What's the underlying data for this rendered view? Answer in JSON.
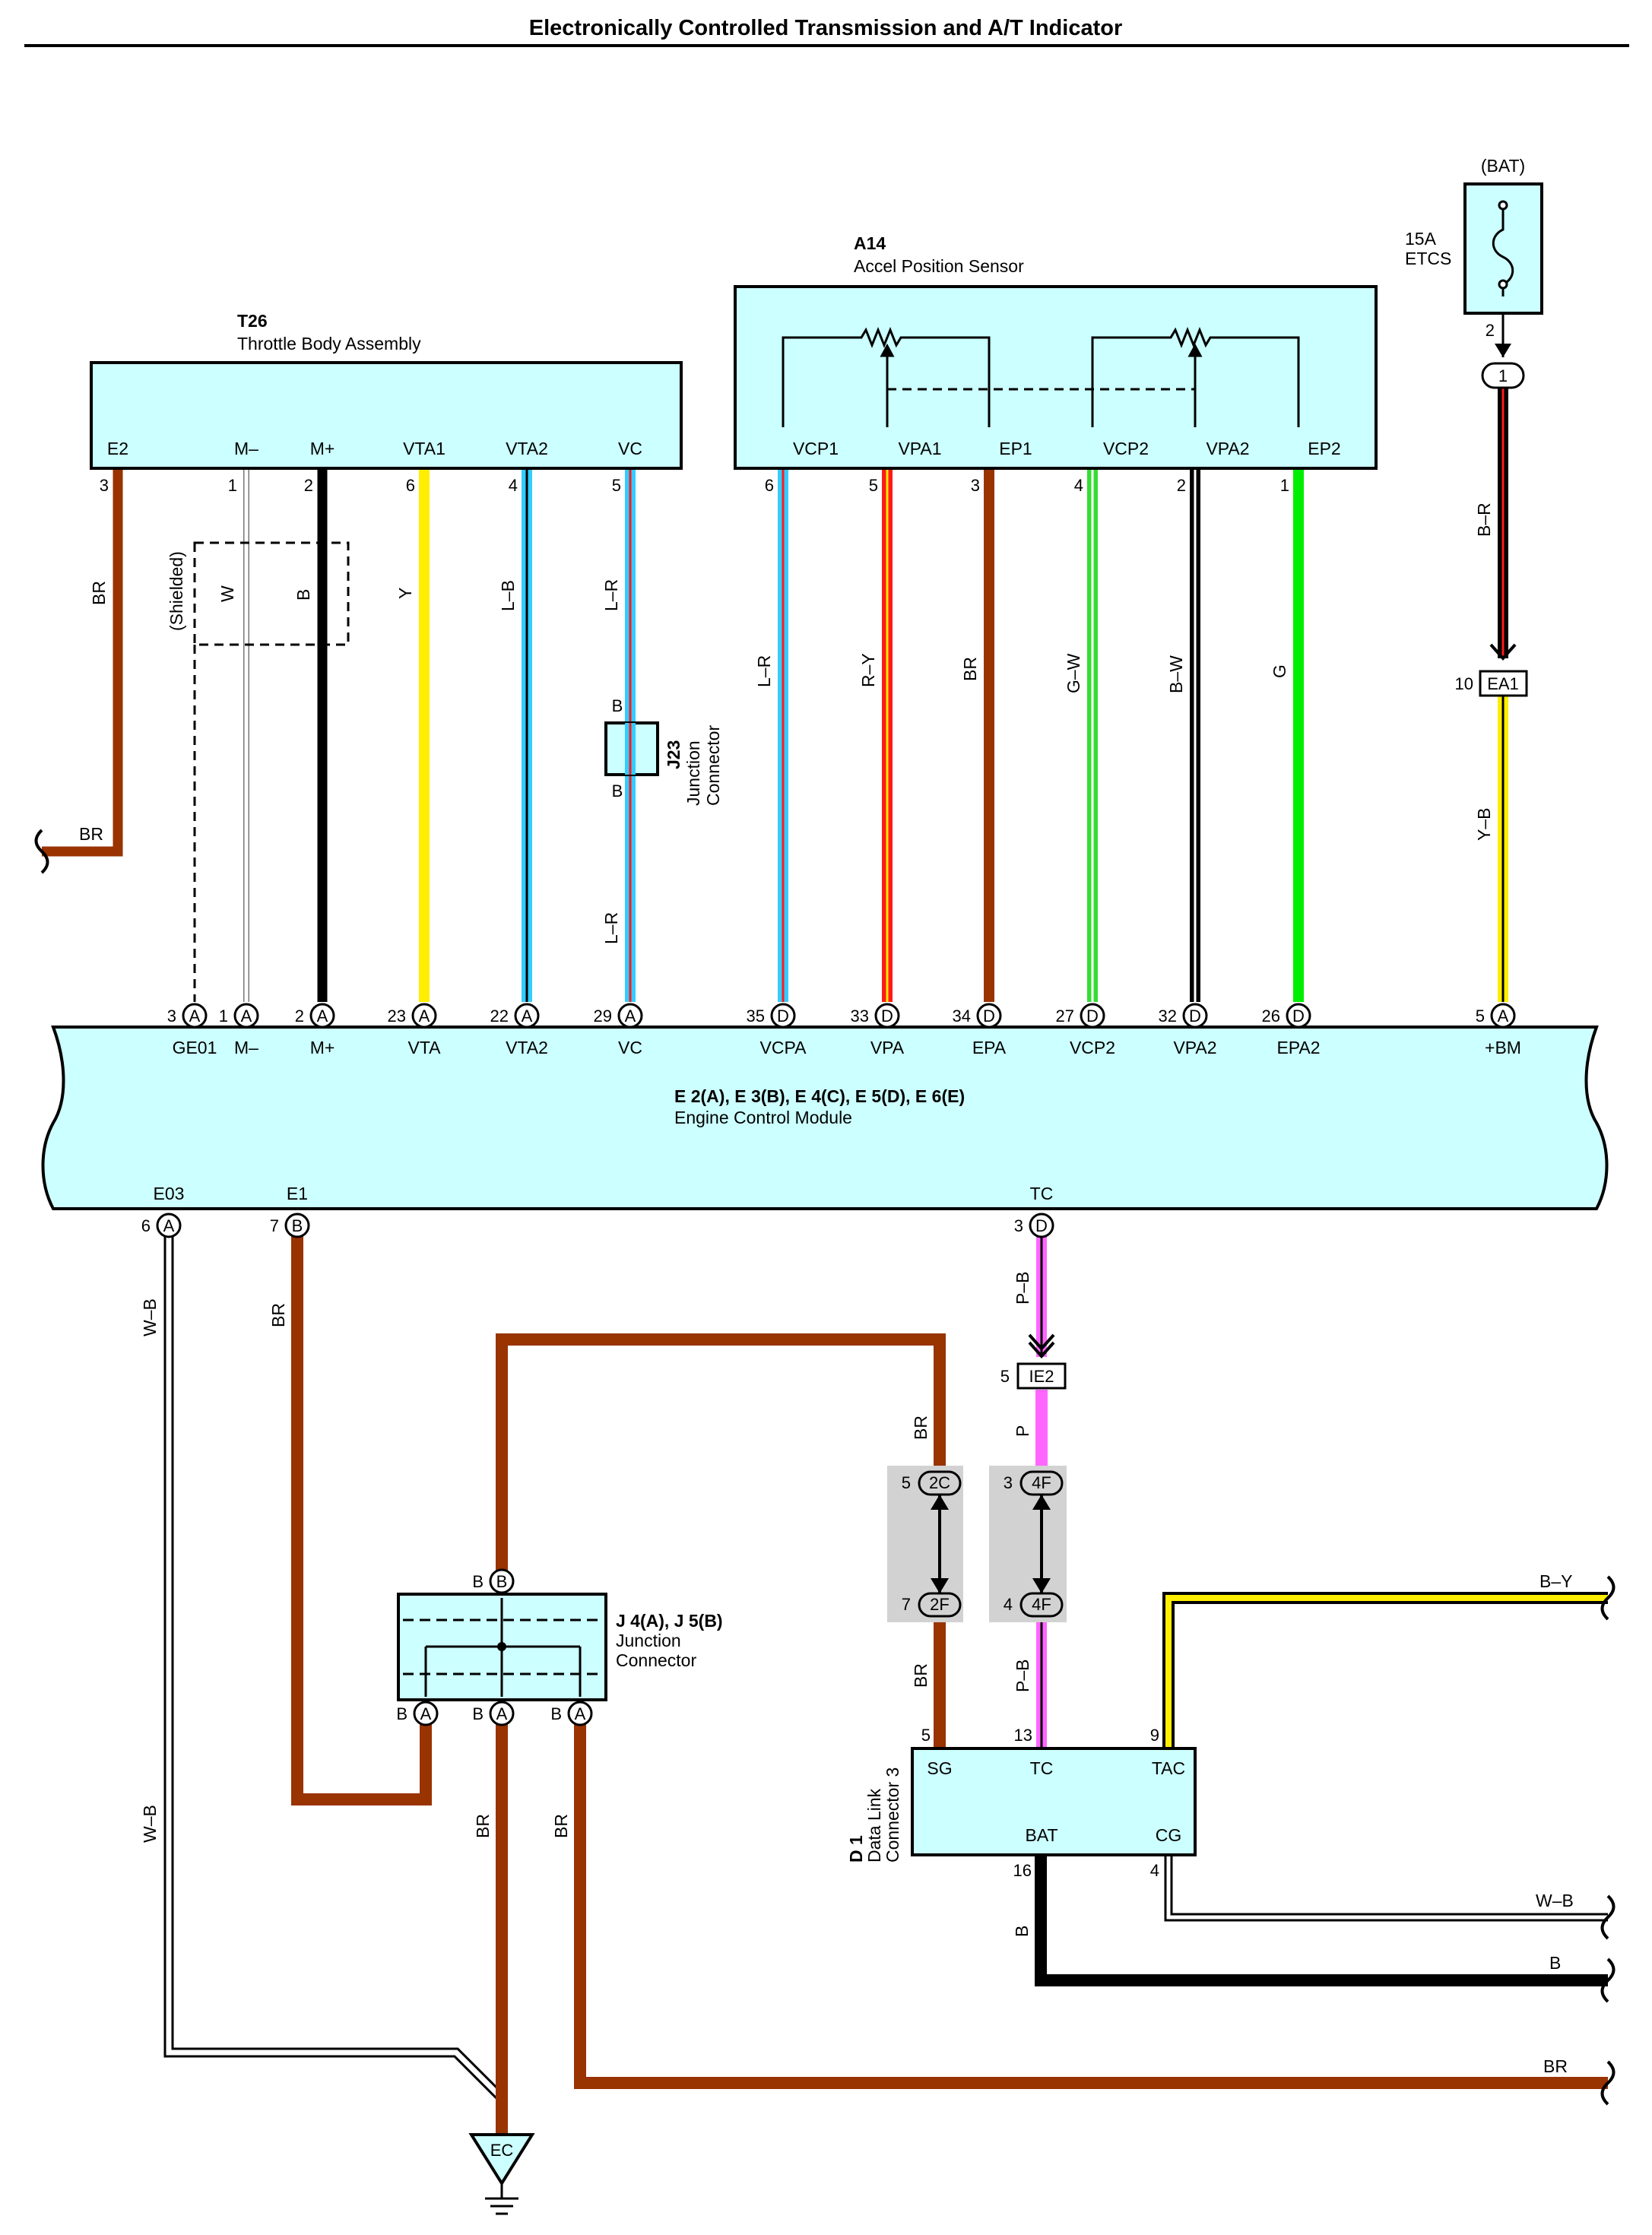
{
  "title": "Electronically Controlled Transmission and A/T Indicator",
  "colors": {
    "module_fill": "#ccffff",
    "connector_fill": "#d2d2d2",
    "brown": "#993300",
    "yellow": "#ffee00",
    "light_blue": "#33ccff",
    "red": "#ff1a1a",
    "green": "#33dd33",
    "bright_green": "#00ee00",
    "black": "#000000",
    "pink": "#ff66ff",
    "white": "#ffffff"
  },
  "fuse": {
    "source": "(BAT)",
    "rating": "15A",
    "name": "ETCS",
    "pin": "2",
    "junction": "1"
  },
  "throttle_body": {
    "code": "T26",
    "name": "Throttle Body Assembly",
    "terminals": [
      "E2",
      "M–",
      "M+",
      "VTA1",
      "VTA2",
      "VC"
    ],
    "pins": [
      "3",
      "1",
      "2",
      "6",
      "4",
      "5"
    ]
  },
  "accel_sensor": {
    "code": "A14",
    "name": "Accel Position Sensor",
    "terminals": [
      "VCP1",
      "VPA1",
      "EP1",
      "VCP2",
      "VPA2",
      "EP2"
    ],
    "pins": [
      "6",
      "5",
      "3",
      "4",
      "2",
      "1"
    ]
  },
  "ecm": {
    "code": "E 2(A), E 3(B), E 4(C), E 5(D), E 6(E)",
    "name": "Engine Control Module",
    "top_terminals": [
      "GE01",
      "M–",
      "M+",
      "VTA",
      "VTA2",
      "VC",
      "VCPA",
      "VPA",
      "EPA",
      "VCP2",
      "VPA2",
      "EPA2",
      "+BM"
    ],
    "top_pins": [
      "3",
      "1",
      "2",
      "23",
      "22",
      "29",
      "35",
      "33",
      "34",
      "27",
      "32",
      "26",
      "5"
    ],
    "top_connectors": [
      "A",
      "A",
      "A",
      "A",
      "A",
      "A",
      "D",
      "D",
      "D",
      "D",
      "D",
      "D",
      "A"
    ],
    "bottom_terminals": [
      "E03",
      "E1",
      "TC"
    ],
    "bottom_pins": [
      "6",
      "7",
      "3"
    ],
    "bottom_connectors": [
      "A",
      "B",
      "D"
    ]
  },
  "wire_labels": {
    "e2": "BR",
    "e2_out": "BR",
    "shielded": "(Shielded)",
    "m_minus": "W",
    "m_plus": "B",
    "vta": "Y",
    "vta2": "L–B",
    "vc_top": "L–R",
    "vc_bottom": "L–R",
    "vcpa": "L–R",
    "vpa": "R–Y",
    "epa": "BR",
    "vcp2": "G–W",
    "vpa2": "B–W",
    "epa2": "G",
    "bm_top": "B–R",
    "bm_bottom": "Y–B",
    "e03": "W–B",
    "e03_lower": "W–B",
    "e1": "BR",
    "tc_top": "P–B",
    "tc_mid": "P",
    "tc_bottom": "P–B",
    "sg_top": "BR",
    "sg_bottom": "BR",
    "j4_out1": "BR",
    "j4_out2": "BR",
    "tac_out": "B–Y",
    "cg_out": "W–B",
    "bat_wire": "B",
    "bat_out": "B",
    "br_out": "BR"
  },
  "j23": {
    "code": "J23",
    "name1": "Junction",
    "name2": "Connector",
    "pin_top": "B",
    "pin_bottom": "B"
  },
  "ea1": {
    "name": "EA1",
    "pin": "10"
  },
  "ie2": {
    "name": "IE2",
    "pin": "5"
  },
  "c2c": {
    "name": "2C",
    "pin": "5"
  },
  "c2f": {
    "name": "2F",
    "pin": "7"
  },
  "c4f_top": {
    "name": "4F",
    "pin": "3"
  },
  "c4f_bottom": {
    "name": "4F",
    "pin": "4"
  },
  "j4": {
    "code": "J 4(A), J 5(B)",
    "name1": "Junction",
    "name2": "Connector",
    "top_pin": "B",
    "top_conn": "B",
    "bottom_pins": [
      "B",
      "B",
      "B"
    ],
    "bottom_conns": [
      "A",
      "A",
      "A"
    ]
  },
  "dlc": {
    "code": "D 1",
    "name1": "Data Link",
    "name2": "Connector 3",
    "terminals": [
      "SG",
      "TC",
      "TAC",
      "BAT",
      "CG"
    ],
    "pins": [
      "5",
      "13",
      "9",
      "16",
      "4"
    ]
  },
  "ground": {
    "name": "EC"
  }
}
